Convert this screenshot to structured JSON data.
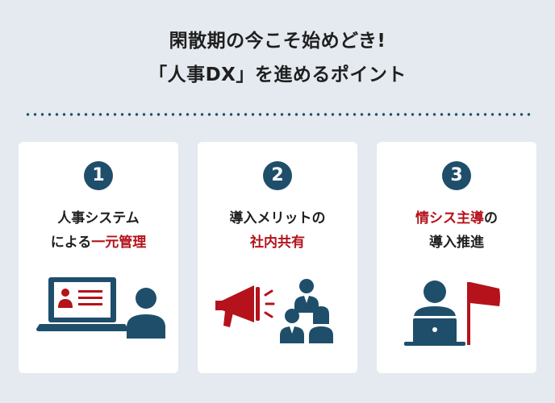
{
  "title": {
    "line1": "閑散期の今こそ始めどき!",
    "line2": "「人事DX」を進めるポイント"
  },
  "colors": {
    "navy": "#1f4e6b",
    "red": "#b5121b",
    "background": "#e4eaef"
  },
  "cards": [
    {
      "number": "1",
      "line1": "人事システム",
      "line2_plain": "による",
      "line2_highlight": "一元管理",
      "icon": "laptop-user-icon"
    },
    {
      "number": "2",
      "line1": "導入メリットの",
      "line2_highlight": "社内共有",
      "icon": "megaphone-group-icon"
    },
    {
      "number": "3",
      "line1_highlight": "情シス主導",
      "line1_plain": "の",
      "line2": "導入推進",
      "icon": "laptop-flag-icon"
    }
  ]
}
